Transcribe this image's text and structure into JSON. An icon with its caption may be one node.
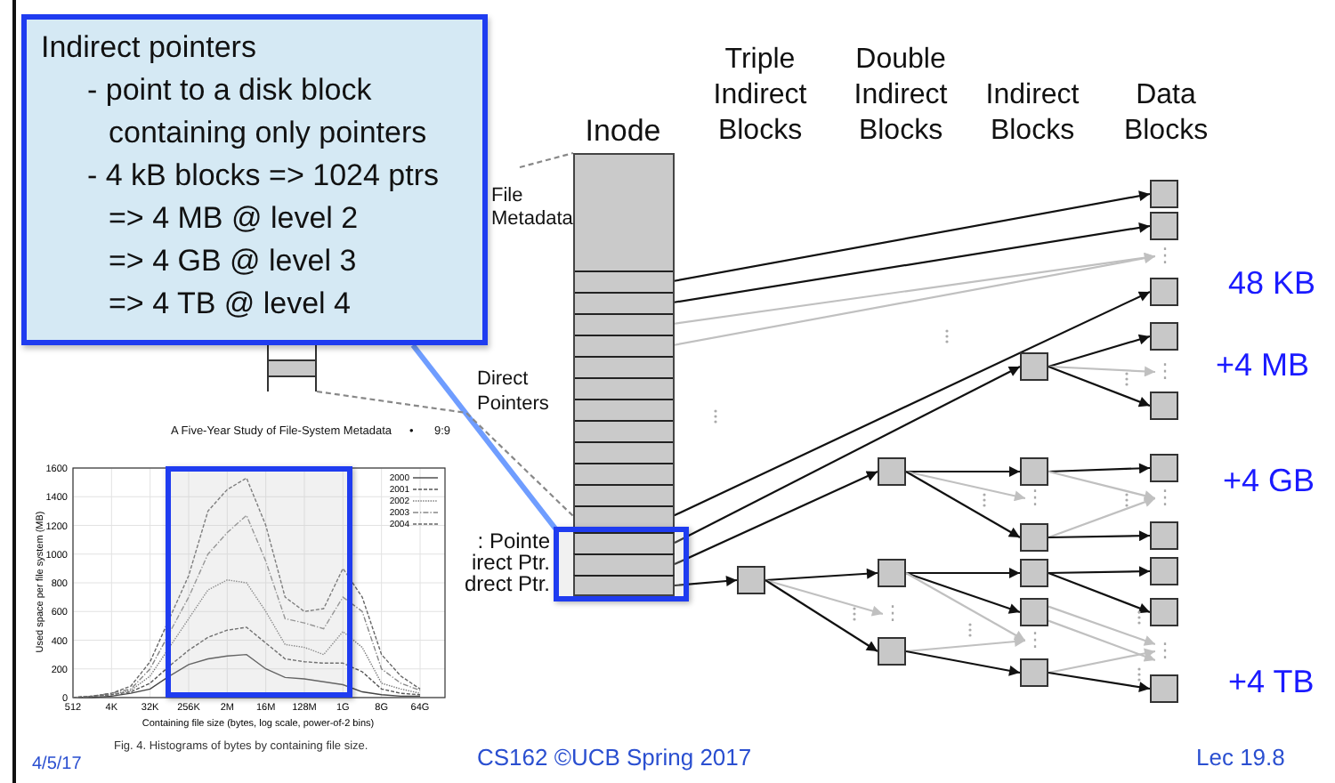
{
  "diagram": {
    "nodes": [
      {
        "text": [
          "Indirect pointers",
          "- point to a disk block containing only pointers",
          "- 4 kB blocks => 1024 ptrs",
          "=> 4 MB @ level 2",
          "=> 4 GB @ level 3",
          "=> 4 TB @ level 4"
        ]
      },
      {
        "text": [],
        "shape": "box"
      },
      {
        "text": [],
        "shape": "box",
        "in": 1
      },
      {
        "text": [],
        "shape": "box",
        "in": 1
      },
      {
        "text": [],
        "shape": "box",
        "in": 1
      },
      {
        "text": [],
        "shape": "box",
        "in": 1
      },
      {
        "text": [],
        "shape": "box",
        "in": 1
      },
      {
        "text": [],
        "shape": "box",
        "in": 1
      },
      {
        "text": [],
        "shape": "box",
        "in": 1
      },
      {
        "text": [],
        "shape": "box",
        "in": 1
      },
      {
        "text": [],
        "shape": "box",
        "in": 1
      },
      {
        "text": [],
        "shape": "box",
        "in": 1
      },
      {
        "text": [],
        "shape": "box",
        "in": 1
      },
      {
        "text": [],
        "shape": "box",
        "in": 1
      },
      {
        "text": [],
        "shape": "box",
        "in": 17
      },
      {
        "text": [],
        "shape": "box",
        "in": 17
      },
      {
        "text": [],
        "shape": "box",
        "in": 17
      },
      {
        "text": [],
        "shape": "box"
      },
      {
        "text": [],
        "shape": "box"
      },
      {
        "text": [],
        "shape": "box"
      },
      {
        "text": [],
        "shape": "box"
      },
      {
        "text": [],
        "shape": "box"
      },
      {
        "text": [],
        "shape": "box"
      },
      {
        "text": [],
        "shape": "box"
      },
      {
        "text": [],
        "shape": "box"
      },
      {
        "text": [],
        "shape": "box"
      },
      {
        "text": [],
        "shape": "box"
      },
      {
        "text": [],
        "shape": "box"
      },
      {
        "text": [],
        "shape": "box"
      },
      {
        "text": [],
        "shape": "box"
      },
      {
        "text": [],
        "shape": "box"
      },
      {
        "text": [],
        "shape": "box"
      },
      {
        "text": [],
        "shape": "box"
      },
      {
        "text": [],
        "shape": "box"
      },
      {
        "text": [],
        "shape": "box"
      },
      {
        "text": [],
        "shape": "box"
      },
      {
        "text": [],
        "shape": "box"
      },
      {
        "text": [],
        "shape": "box"
      },
      {
        "text": [],
        "shape": "box"
      },
      {
        "text": [],
        "shape": "box"
      },
      {
        "text": [
          "⋮"
        ]
      },
      {
        "text": [
          "⋮"
        ]
      },
      {
        "text": [
          "⋮"
        ]
      },
      {
        "text": [
          "⋮"
        ]
      },
      {
        "text": [
          "⋮"
        ]
      },
      {
        "text": [
          "⋮"
        ]
      },
      {
        "text": [
          "⋮"
        ]
      }
    ],
    "edges": [
      {
        "from": 0,
        "to": 17,
        "arrow": "none",
        "style": "thick",
        "color": "#6f9dff"
      },
      {
        "from": null,
        "to": 1,
        "arrow": "none",
        "style": "dashed",
        "color": "#888888"
      },
      {
        "from": 18,
        "to": 1,
        "arrow": "none",
        "style": "dashed",
        "color": "#888888"
      },
      {
        "from": 2,
        "to": 19,
        "arrow": "to"
      },
      {
        "from": 3,
        "to": 20,
        "arrow": "to"
      },
      {
        "from": 4,
        "to": 40,
        "arrow": "to",
        "color": "#c0c0c0"
      },
      {
        "from": 5,
        "to": 40,
        "arrow": "to",
        "color": "#c0c0c0"
      },
      {
        "from": 13,
        "to": 21,
        "arrow": "to"
      },
      {
        "from": 14,
        "to": 29,
        "arrow": "to"
      },
      {
        "from": 15,
        "to": 35,
        "arrow": "to"
      },
      {
        "from": 16,
        "to": 38,
        "arrow": "to"
      },
      {
        "from": 29,
        "to": 22,
        "arrow": "to"
      },
      {
        "from": 29,
        "to": 41,
        "arrow": "to",
        "color": "#c0c0c0"
      },
      {
        "from": 29,
        "to": 23,
        "arrow": "to"
      },
      {
        "from": 35,
        "to": 30,
        "arrow": "to"
      },
      {
        "from": 35,
        "to": 42,
        "arrow": "to",
        "color": "#c0c0c0"
      },
      {
        "from": 35,
        "to": 31,
        "arrow": "to"
      },
      {
        "from": 30,
        "to": 24,
        "arrow": "to"
      },
      {
        "from": 30,
        "to": 43,
        "arrow": "to",
        "color": "#c0c0c0"
      },
      {
        "from": 31,
        "to": 43,
        "arrow": "to",
        "color": "#c0c0c0"
      },
      {
        "from": 31,
        "to": 25,
        "arrow": "to"
      },
      {
        "from": 38,
        "to": 36,
        "arrow": "to"
      },
      {
        "from": 38,
        "to": 44,
        "arrow": "to",
        "color": "#c0c0c0"
      },
      {
        "from": 38,
        "to": 37,
        "arrow": "to"
      },
      {
        "from": 36,
        "to": 32,
        "arrow": "to"
      },
      {
        "from": 36,
        "to": 33,
        "arrow": "to"
      },
      {
        "from": 36,
        "to": 45,
        "arrow": "to",
        "color": "#c0c0c0"
      },
      {
        "from": 32,
        "to": 26,
        "arrow": "to"
      },
      {
        "from": 32,
        "to": 27,
        "arrow": "to"
      },
      {
        "from": 33,
        "to": 46,
        "arrow": "to",
        "color": "#c0c0c0"
      },
      {
        "from": 33,
        "to": 46,
        "arrow": "to",
        "color": "#c0c0c0"
      },
      {
        "from": 37,
        "to": 45,
        "arrow": "to",
        "color": "#c0c0c0"
      },
      {
        "from": 37,
        "to": 34,
        "arrow": "to"
      },
      {
        "from": 34,
        "to": 46,
        "arrow": "to",
        "color": "#c0c0c0"
      },
      {
        "from": 34,
        "to": 28,
        "arrow": "to"
      }
    ],
    "labels": [
      "Inode",
      "Triple Indirect Blocks",
      "Double Indirect Blocks",
      "Indirect Blocks",
      "Data Blocks",
      "File Metadata",
      "Direct Pointers",
      "48 KB",
      "+4 MB",
      "+4 GB",
      "+4 TB",
      ": Pointe",
      "irect Ptr.",
      "drect Ptr.",
      "A Five-Year Study of File-System Metadata",
      "•",
      "9:9",
      "Fig. 4. Histograms of bytes by containing file size.",
      "4/5/17",
      "CS162 ©UCB Spring 2017",
      "Lec 19.8"
    ],
    "chart_data": {
      "type": "line",
      "xlabel": "Containing file size (bytes, log scale, power-of-2 bins)",
      "ylabel": "Used space per file system (MB)",
      "categories": [
        "512",
        null,
        "4K",
        null,
        "32K",
        null,
        "256K",
        null,
        "2M",
        null,
        "16M",
        null,
        "128M",
        null,
        "1G",
        null,
        "8G",
        null,
        "64G"
      ],
      "ylim": [
        0,
        1600
      ],
      "yticks": [
        0,
        200,
        400,
        600,
        800,
        1000,
        1200,
        1400,
        1600
      ],
      "grid": true,
      "legend": "upper right",
      "series": [
        {
          "name": "2000",
          "color": "#444444",
          "line_style": "solid",
          "values": [
            0,
            0,
            10,
            30,
            60,
            150,
            230,
            270,
            290,
            300,
            200,
            140,
            130,
            110,
            90,
            40,
            20,
            10,
            10
          ]
        },
        {
          "name": "2001",
          "color": "#555555",
          "line_style": "dashed",
          "values": [
            0,
            10,
            20,
            40,
            100,
            220,
            330,
            420,
            470,
            490,
            380,
            270,
            250,
            240,
            240,
            180,
            60,
            30,
            20
          ]
        },
        {
          "name": "2002",
          "color": "#777777",
          "line_style": "dotted",
          "values": [
            0,
            10,
            20,
            50,
            150,
            350,
            550,
            750,
            820,
            800,
            600,
            370,
            350,
            300,
            460,
            350,
            100,
            60,
            30
          ]
        },
        {
          "name": "2003",
          "color": "#888888",
          "line_style": "dashdot",
          "values": [
            0,
            10,
            30,
            60,
            200,
            450,
            700,
            1000,
            1150,
            1270,
            950,
            550,
            520,
            480,
            700,
            600,
            200,
            100,
            50
          ]
        },
        {
          "name": "2004",
          "color": "#666666",
          "line_style": "dashed",
          "values": [
            0,
            10,
            30,
            80,
            250,
            550,
            850,
            1300,
            1450,
            1530,
            1200,
            700,
            600,
            620,
            900,
            700,
            300,
            150,
            60
          ]
        }
      ]
    }
  }
}
